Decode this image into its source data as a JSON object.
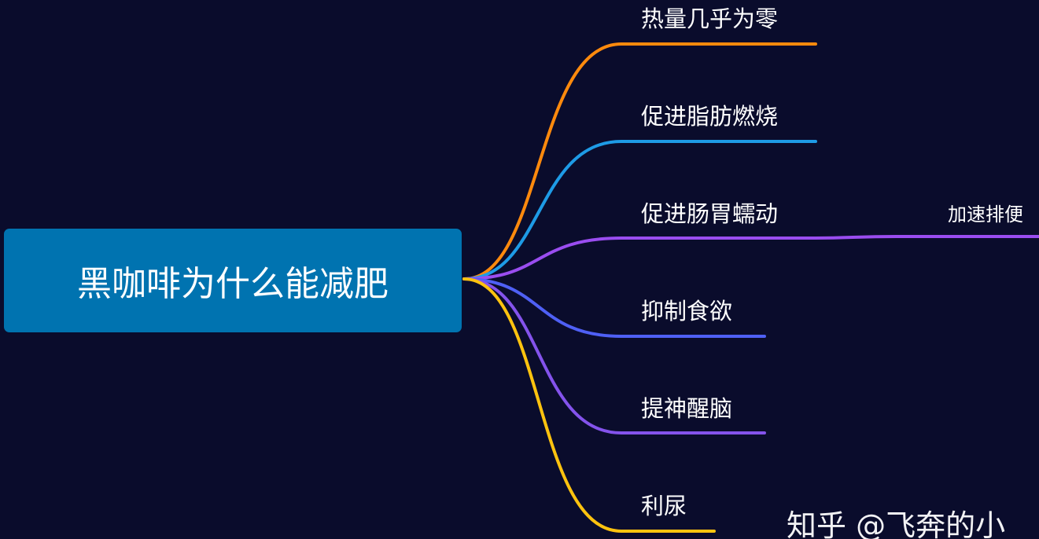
{
  "mindmap": {
    "root": {
      "label": "黑咖啡为什么能减肥",
      "color": "#0073b0"
    },
    "branches": [
      {
        "label": "热量几乎为零",
        "color": "#ff8a0d"
      },
      {
        "label": "促进脂肪燃烧",
        "color": "#1e9be6"
      },
      {
        "label": "促进肠胃蠕动",
        "color": "#9a4df0",
        "children": [
          {
            "label": "加速排便"
          }
        ]
      },
      {
        "label": "抑制食欲",
        "color": "#4f60f5"
      },
      {
        "label": "提神醒脑",
        "color": "#8453ec"
      },
      {
        "label": "利尿",
        "color": "#ffc30f"
      }
    ]
  },
  "watermark": "知乎 @飞奔的小"
}
